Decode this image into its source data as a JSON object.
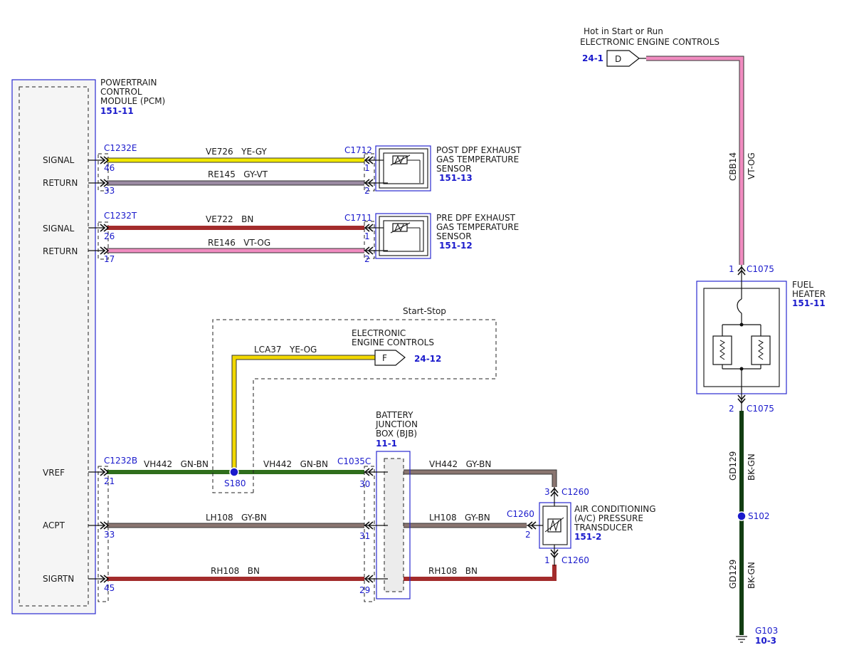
{
  "colors": {
    "ye_gy": "#f2e800",
    "gy_vt": "#9a8aa2",
    "bn": "#a32c2c",
    "vt_og": "#f08cc0",
    "gn_bn": "#2f6e1c",
    "gy_bn": "#8a7570",
    "bk_gn": "#123d12",
    "ye_og": "#f2d800",
    "connector_blue": "#1a1acc"
  },
  "pcm": {
    "title_lines": [
      "POWERTRAIN",
      "CONTROL",
      "MODULE (PCM)"
    ],
    "ref": "151-11",
    "pins": {
      "signal_1": "SIGNAL",
      "return_1": "RETURN",
      "signal_2": "SIGNAL",
      "return_2": "RETURN",
      "vref": "VREF",
      "acpt": "ACPT",
      "sigrtn": "SIGRTN"
    }
  },
  "connectors": {
    "c1232e": "C1232E",
    "c1232t": "C1232T",
    "c1232b": "C1232B",
    "c1712": "C1712",
    "c1711": "C1711",
    "c1035c": "C1035C",
    "c1260_a": "C1260",
    "c1260_b": "C1260",
    "c1260_c": "C1260",
    "c1075_top": "C1075",
    "c1075_bot": "C1075"
  },
  "pin_numbers": {
    "p46": "46",
    "p33a": "33",
    "p26": "26",
    "p17": "17",
    "p21": "21",
    "p33b": "33",
    "p45": "45",
    "s1a": "1",
    "s2a": "2",
    "s1b": "1",
    "s2b": "2",
    "b30": "30",
    "b31": "31",
    "b29": "29",
    "t3": "3",
    "t2": "2",
    "t1": "1",
    "f1": "1",
    "f2": "2"
  },
  "wires": {
    "ve726": "VE726   YE-GY",
    "re145": "RE145   GY-VT",
    "ve722": "VE722   BN",
    "re146": "RE146   VT-OG",
    "vh442_a": "VH442   GN-BN",
    "vh442_b": "VH442   GN-BN",
    "vh442_c": "VH442   GY-BN",
    "lh108_a": "LH108   GY-BN",
    "lh108_b": "LH108   GY-BN",
    "rh108_a": "RH108   BN",
    "rh108_b": "RH108   BN",
    "lca37": "LCA37   YE-OG",
    "cbb14": "CBB14",
    "vt_og": "VT-OG",
    "gd129_a": "GD129",
    "bk_gn_a": "BK-GN",
    "gd129_b": "GD129",
    "bk_gn_b": "BK-GN"
  },
  "post_dpf": {
    "lines": [
      "POST DPF EXHAUST",
      "GAS TEMPERATURE",
      "SENSOR"
    ],
    "ref": "151-13"
  },
  "pre_dpf": {
    "lines": [
      "PRE DPF EXHAUST",
      "GAS TEMPERATURE",
      "SENSOR"
    ],
    "ref": "151-12"
  },
  "start_stop": {
    "label": "Start-Stop",
    "eec_lines": [
      "ELECTRONIC",
      "ENGINE CONTROLS"
    ],
    "flag": "F",
    "ref": "24-12"
  },
  "splices": {
    "s180": "S180",
    "s102": "S102"
  },
  "bjb": {
    "lines": [
      "BATTERY",
      "JUNCTION",
      "BOX (BJB)"
    ],
    "ref": "11-1"
  },
  "ac_transducer": {
    "lines": [
      "AIR CONDITIONING",
      "(A/C) PRESSURE",
      "TRANSDUCER"
    ],
    "ref": "151-2"
  },
  "top_feed": {
    "line1": "Hot in Start or Run",
    "line2": "ELECTRONIC ENGINE CONTROLS",
    "flag": "D",
    "ref": "24-1"
  },
  "fuel_heater": {
    "lines": [
      "FUEL",
      "HEATER"
    ],
    "ref": "151-11"
  },
  "ground": {
    "id": "G103",
    "ref": "10-3"
  }
}
